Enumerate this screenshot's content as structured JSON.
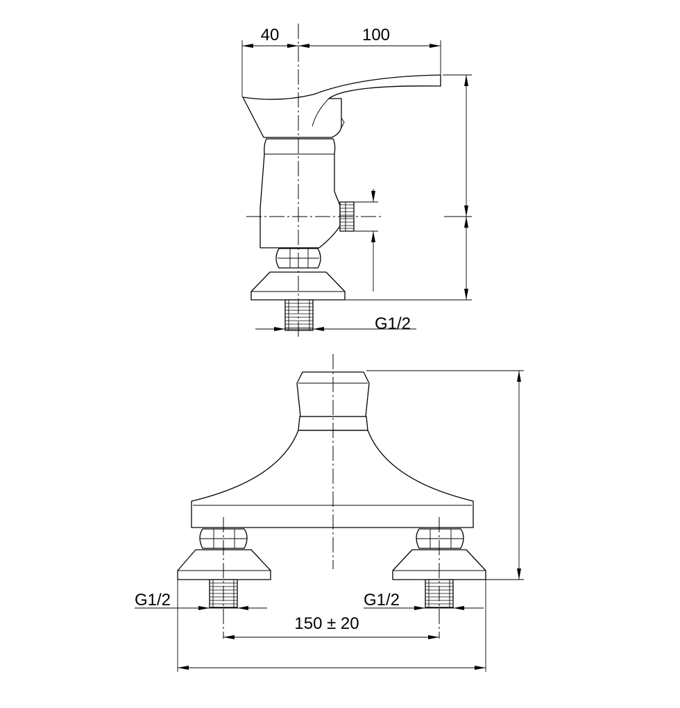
{
  "side_view": {
    "dim_left": "40",
    "dim_right": "100",
    "thread_label": "G1/2"
  },
  "front_view": {
    "thread_left": "G1/2",
    "thread_right": "G1/2",
    "center_spacing": "150 ± 20"
  }
}
